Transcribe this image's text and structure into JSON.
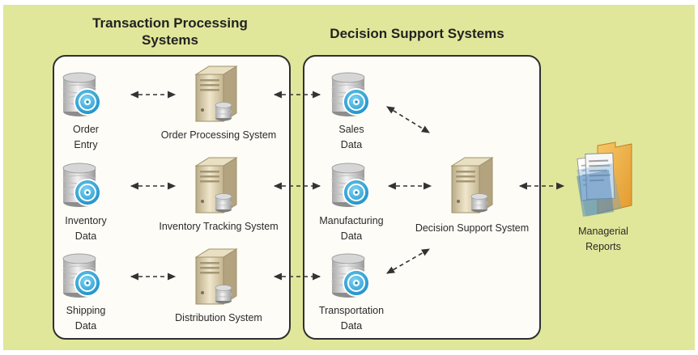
{
  "groups": {
    "tps": {
      "title_line1": "Transaction Processing",
      "title_line2": "Systems"
    },
    "dss": {
      "title": "Decision Support Systems"
    }
  },
  "nodes": {
    "order_entry": {
      "line1": "Order",
      "line2": "Entry",
      "icon": "database-icon"
    },
    "inventory_data": {
      "line1": "Inventory",
      "line2": "Data",
      "icon": "database-icon"
    },
    "shipping_data": {
      "line1": "Shipping",
      "line2": "Data",
      "icon": "database-icon"
    },
    "order_processing_system": {
      "label": "Order Processing System",
      "icon": "server-icon"
    },
    "inventory_tracking_system": {
      "label": "Inventory Tracking System",
      "icon": "server-icon"
    },
    "distribution_system": {
      "label": "Distribution System",
      "icon": "server-icon"
    },
    "sales_data": {
      "line1": "Sales",
      "line2": "Data",
      "icon": "database-icon"
    },
    "manufacturing_data": {
      "line1": "Manufacturing",
      "line2": "Data",
      "icon": "database-icon"
    },
    "transportation_data": {
      "line1": "Transportation",
      "line2": "Data",
      "icon": "database-icon"
    },
    "decision_support_system": {
      "label": "Decision Support System",
      "icon": "server-icon"
    },
    "managerial_reports": {
      "line1": "Managerial",
      "line2": "Reports",
      "icon": "folder-documents-icon"
    }
  },
  "colors": {
    "background": "#e1e79a",
    "box_fill": "#fdfcf6",
    "database_blue": "#2aa7d6",
    "server_beige": "#d8c9a3",
    "folder_orange": "#f1b24a"
  }
}
